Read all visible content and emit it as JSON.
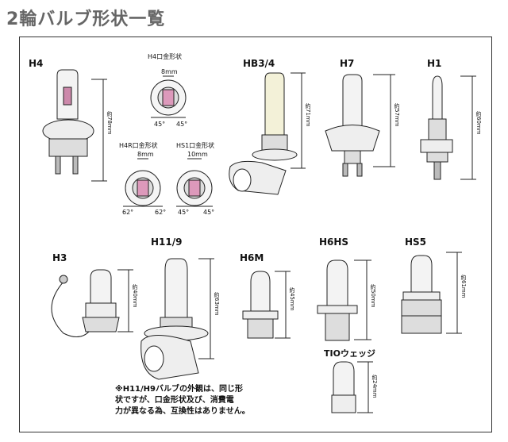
{
  "title": "2輪バルブ形状一覧",
  "bulbs": {
    "h4": {
      "label": "H4",
      "dim": "約78mm"
    },
    "hb34": {
      "label": "HB3/4",
      "dim": "約71mm"
    },
    "h7": {
      "label": "H7",
      "dim": "約57mm"
    },
    "h1": {
      "label": "H1",
      "dim": "約60mm"
    },
    "h3": {
      "label": "H3",
      "dim": "約40mm"
    },
    "h119": {
      "label": "H11/9",
      "dim": "約63mm"
    },
    "h6m": {
      "label": "H6M",
      "dim": "約45mm"
    },
    "h6hs": {
      "label": "H6HS",
      "dim": "約50mm"
    },
    "hs5": {
      "label": "HS5",
      "dim": "約61mm"
    },
    "tio": {
      "label": "TIOウェッジ",
      "dim": "約24mm"
    }
  },
  "bases": {
    "h4": {
      "label": "H4口金形状",
      "width": "8mm",
      "angle_left": "45°",
      "angle_right": "45°"
    },
    "h4r": {
      "label": "H4R口金形状",
      "width": "8mm",
      "angle_left": "62°",
      "angle_right": "62°"
    },
    "hs1": {
      "label": "HS1口金形状",
      "width": "10mm",
      "angle_left": "45°",
      "angle_right": "45°"
    }
  },
  "note": {
    "line1": "※H11/H9バルブの外観は、同じ形",
    "line2": "状ですが、口金形状及び、消費電",
    "line3": "力が異なる為、互換性はありません。"
  }
}
